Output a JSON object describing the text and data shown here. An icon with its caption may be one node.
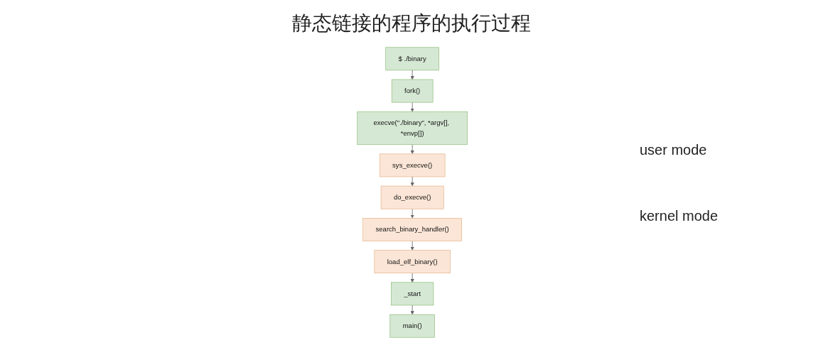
{
  "diagram": {
    "title": "静态链接的程序的执行过程",
    "nodes": [
      {
        "text": [
          "$ ./binary"
        ]
      },
      {
        "text": [
          "fork()"
        ]
      },
      {
        "text": [
          "execve(\"./binary\", *argv[], *envp[])"
        ]
      },
      {
        "text": [
          "sys_execve()"
        ]
      },
      {
        "text": [
          "do_execve()"
        ]
      },
      {
        "text": [
          "search_binary_handler()"
        ]
      },
      {
        "text": [
          "load_elf_binary()"
        ]
      },
      {
        "text": [
          "_start"
        ]
      },
      {
        "text": [
          "main()"
        ]
      }
    ],
    "edges": [
      {
        "from": 0,
        "to": 1,
        "arrow": "to"
      },
      {
        "from": 1,
        "to": 2,
        "arrow": "to"
      },
      {
        "from": 2,
        "to": 3,
        "arrow": "to"
      },
      {
        "from": 3,
        "to": 4,
        "arrow": "to"
      },
      {
        "from": 4,
        "to": 5,
        "arrow": "to"
      },
      {
        "from": 5,
        "to": 6,
        "arrow": "to"
      },
      {
        "from": 6,
        "to": 7,
        "arrow": "to"
      },
      {
        "from": 7,
        "to": 8,
        "arrow": "to"
      }
    ],
    "labels": [
      "user mode",
      "kernel mode"
    ]
  }
}
